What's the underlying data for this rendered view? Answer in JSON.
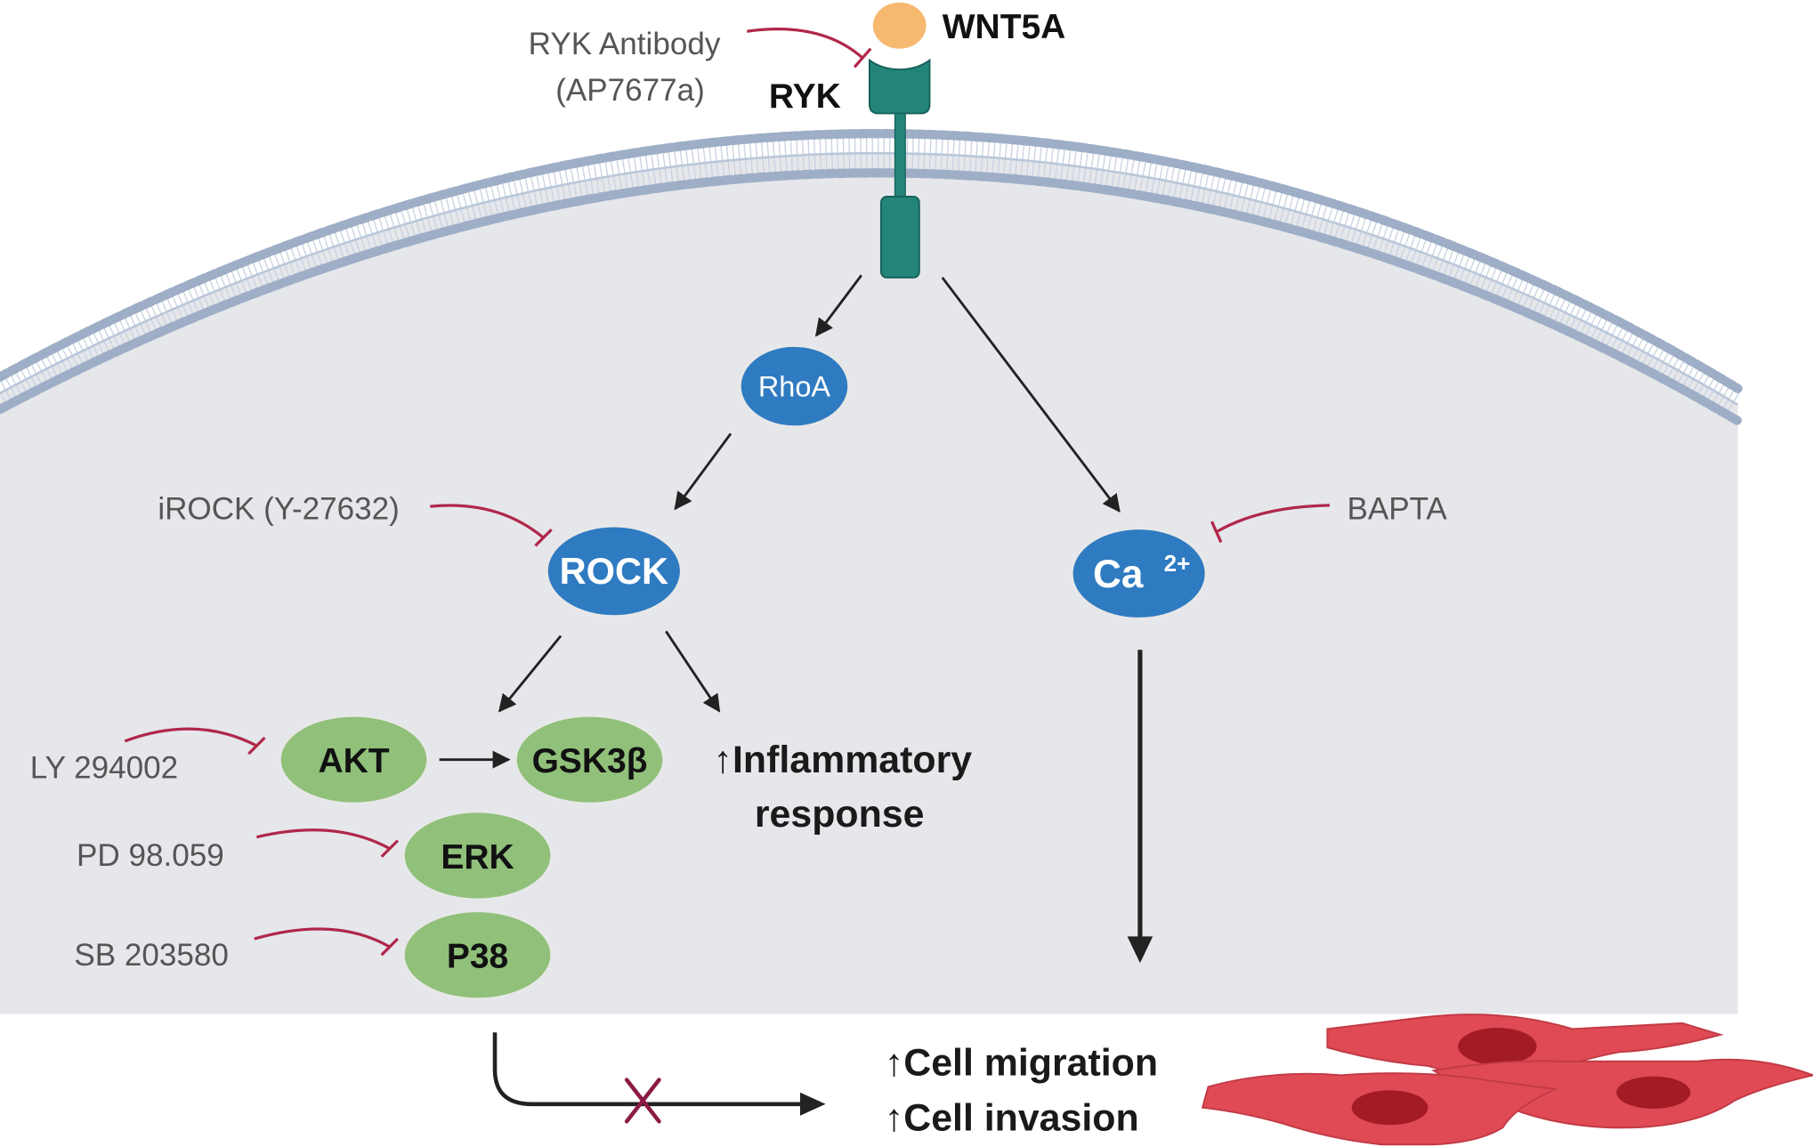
{
  "ligand": {
    "label": "WNT5A"
  },
  "receptor": {
    "label": "RYK"
  },
  "receptor_inhibitor": {
    "line1": "RYK Antibody",
    "line2": "(AP7677a)"
  },
  "nodes": {
    "rhoa": "RhoA",
    "rock": "ROCK",
    "calcium": "Ca",
    "calcium_sup": "2+",
    "akt": "AKT",
    "gsk3b": "GSK3β",
    "erk": "ERK",
    "p38": "P38"
  },
  "inhibitors": {
    "rock": "iROCK (Y-27632)",
    "calcium": "BAPTA",
    "akt": "LY 294002",
    "erk": "PD 98.059",
    "p38": "SB 203580"
  },
  "outcomes": {
    "inflammatory_line1": "↑Inflammatory",
    "inflammatory_line2": "response",
    "migration": "↑Cell migration",
    "invasion": "↑Cell invasion"
  },
  "colors": {
    "cytoplasm": "#e6e7eb",
    "membrane_head": "#a9b7cc",
    "receptor": "#23857a",
    "ligand": "#f6b96f",
    "blue_node": "#2f7bc2",
    "green_node": "#90c07a",
    "inhibitor_line": "#b0284a",
    "arrow": "#222222",
    "cell": "#df4a55",
    "cell_nucleus": "#a31b25",
    "block_mark": "#8c1a45"
  }
}
